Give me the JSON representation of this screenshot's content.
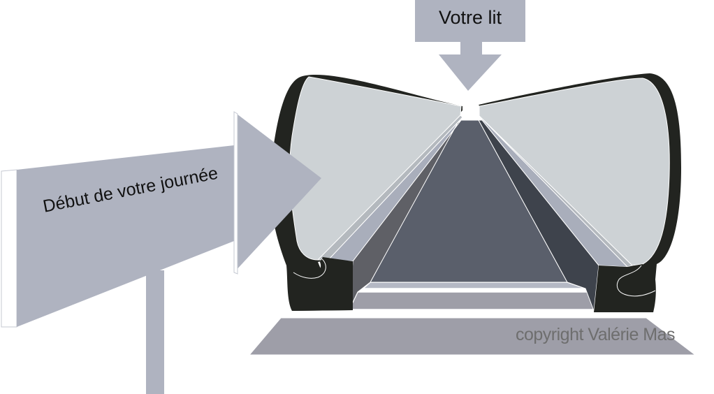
{
  "labels": {
    "top_arrow": "Votre lit",
    "left_arrow": "Début de votre journée",
    "copyright": "copyright Valérie Mas"
  },
  "colors": {
    "arrow_fill": "#afb3c0",
    "rail_black": "#222420",
    "panel_light": "#cdd2d5",
    "panel_mid": "#b4b9be",
    "panel_blue": "#a9aebb",
    "side_dark_left": "#5f6066",
    "side_dark_right": "#3e434c",
    "tread": "#5a5f6b",
    "floor": "#9e9ea8",
    "step": "#b4b8c4",
    "copyright_text": "#6e6e6e"
  }
}
